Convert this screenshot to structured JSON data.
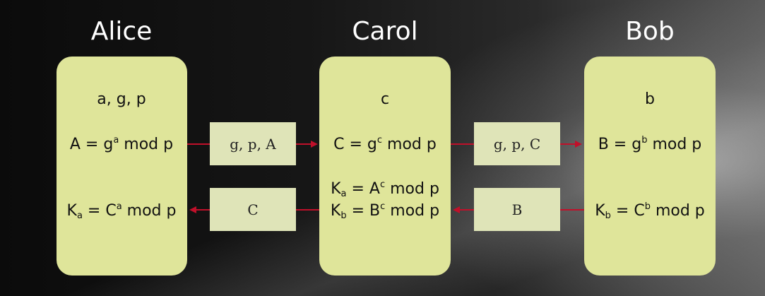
{
  "parties": {
    "alice": {
      "name": "Alice",
      "secret": "a, g, p",
      "public": {
        "prefix": "A = g",
        "exp": "a",
        "suffix": " mod p"
      },
      "key": {
        "k": "K",
        "sub": "a",
        "mid": " = C",
        "exp": "a",
        "suffix": " mod p"
      }
    },
    "carol": {
      "name": "Carol",
      "secret": "c",
      "public": {
        "prefix": "C = g",
        "exp": "c",
        "suffix": " mod p"
      },
      "key_a": {
        "k": "K",
        "sub": "a",
        "mid": " = A",
        "exp": "c",
        "suffix": " mod p"
      },
      "key_b": {
        "k": "K",
        "sub": "b",
        "mid": " = B",
        "exp": "c",
        "suffix": " mod p"
      }
    },
    "bob": {
      "name": "Bob",
      "secret": "b",
      "public": {
        "prefix": "B = g",
        "exp": "b",
        "suffix": " mod p"
      },
      "key": {
        "k": "K",
        "sub": "b",
        "mid": " = C",
        "exp": "b",
        "suffix": " mod p"
      }
    }
  },
  "messages": {
    "alice_to_carol": "g, p, A",
    "carol_to_bob": "g, p, C",
    "carol_to_alice": "C",
    "bob_to_carol": "B"
  },
  "colors": {
    "box": "#dfe59a",
    "message_box": "#dfe4b8",
    "arrow": "#c0102a",
    "title": "#ffffff"
  }
}
